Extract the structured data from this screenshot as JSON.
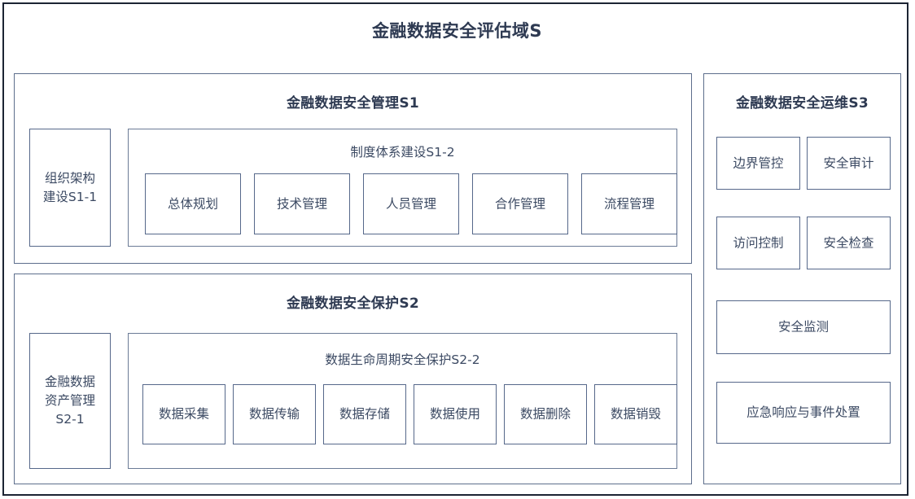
{
  "diagram": {
    "title": "金融数据安全评估域S",
    "accent_border": "#5d6e8c",
    "outer_border": "#1c2433",
    "text_color": "#2e3a52",
    "background": "#ffffff"
  },
  "s1": {
    "title": "金融数据安全管理S1",
    "left_box": "组织架构\n建设S1-1",
    "subgroup": {
      "title": "制度体系建设S1-2",
      "items": [
        "总体规划",
        "技术管理",
        "人员管理",
        "合作管理",
        "流程管理"
      ]
    }
  },
  "s2": {
    "title": "金融数据安全保护S2",
    "left_box": "金融数据\n资产管理\nS2-1",
    "subgroup": {
      "title": "数据生命周期安全保护S2-2",
      "items": [
        "数据采集",
        "数据传输",
        "数据存储",
        "数据使用",
        "数据删除",
        "数据销毁"
      ]
    }
  },
  "s3": {
    "title": "金融数据安全运维S3",
    "grid_items": [
      "边界管控",
      "安全审计",
      "访问控制",
      "安全检查"
    ],
    "wide_items": [
      "安全监测",
      "应急响应与事件处置"
    ]
  }
}
